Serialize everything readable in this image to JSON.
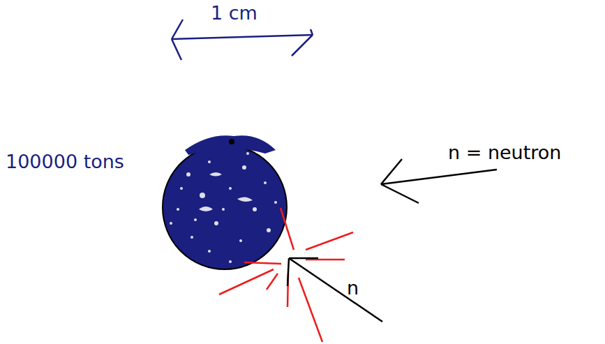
{
  "diagram": {
    "labels": [
      "1 cm",
      "100000 tons",
      "n = neutron",
      "n"
    ]
  }
}
